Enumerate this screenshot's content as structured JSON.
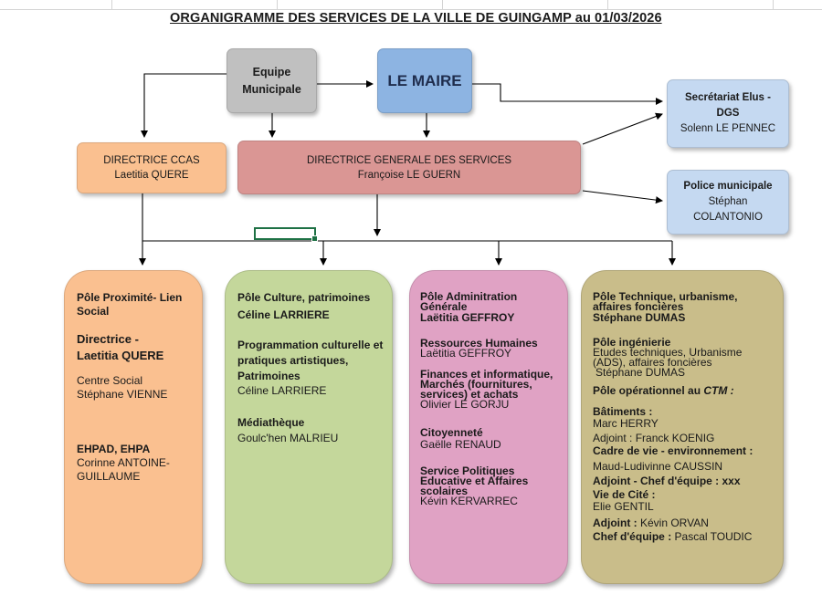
{
  "title": "ORGANIGRAMME DES SERVICES DE LA VILLE DE GUINGAMP  au  01/03/2026",
  "top": {
    "equipe": [
      "Equipe",
      "Municipale"
    ],
    "maire": "LE MAIRE"
  },
  "ccas": {
    "title": "DIRECTRICE CCAS",
    "name": "Laetitia QUERE"
  },
  "dgs": {
    "title": "DIRECTRICE GENERALE  DES SERVICES",
    "name": "Françoise LE GUERN"
  },
  "secretariat": {
    "title1": "Secrétariat Elus -",
    "title2": "DGS",
    "name": "Solenn LE PENNEC"
  },
  "police": {
    "title": "Police municipale",
    "name1": "Stéphan",
    "name2": "COLANTONIO"
  },
  "pole1": {
    "title1": "Pôle Proximité- Lien",
    "title2": "Social",
    "dir1": "Directrice -",
    "dir2": "Laetitia QUERE",
    "cs_title": "Centre Social",
    "cs_name": "Stéphane VIENNE",
    "ehpad_title": "EHPAD, EHPA",
    "ehpad_name1": "Corinne ANTOINE-",
    "ehpad_name2": "GUILLAUME"
  },
  "pole2": {
    "title": "Pôle Culture, patrimoines",
    "head": "Céline LARRIERE",
    "prog1": "Programmation culturelle et",
    "prog2": "pratiques artistiques,",
    "prog3": "Patrimoines",
    "prog_name": "Céline LARRIERE",
    "med_title": "Médiathèque",
    "med_name": "Goulc'hen MALRIEU"
  },
  "pole3": {
    "title1": "Pôle Adminitration",
    "title2": "Générale",
    "head": "Laëtitia GEFFROY",
    "rh_title": "Ressources Humaines",
    "rh_name": "Laëtitia GEFFROY",
    "fin1": "Finances et informatique,",
    "fin2": "Marchés (fournitures,",
    "fin3": "services) et achats",
    "fin_name": "Olivier LE GORJU",
    "cit_title": "Citoyenneté",
    "cit_name": "Gaëlle RENAUD",
    "sp1": "Service Politiques",
    "sp2": "Educative et Affaires",
    "sp3": "scolaires",
    "sp_name": "Kévin KERVARREC"
  },
  "pole4": {
    "title1": "Pôle Technique, urbanisme,",
    "title2": "affaires foncières",
    "head": "Stéphane DUMAS",
    "ing_title": "Pôle ingénierie",
    "ing1": "Etudes techniques, Urbanisme",
    "ing2": "(ADS), affaires foncières",
    "ing_name": "Stéphane DUMAS",
    "op_title": "Pôle opérationnel au ",
    "op_ctm": "CTM :",
    "bat_title": "Bâtiments :",
    "bat_name": "Marc HERRY",
    "bat_adj": "Adjoint : Franck KOENIG",
    "cadre_title": "Cadre de vie - environnement :",
    "cadre_name": "Maud-Ludivinne CAUSSIN",
    "cadre_adj": "Adjoint - Chef d'équipe : xxx",
    "vie_title": "Vie de Cité :",
    "vie_name": "Elie GENTIL",
    "vie_adj_label": "Adjoint :",
    "vie_adj_name": " Kévin ORVAN",
    "vie_chef_label": "Chef d'équipe :",
    "vie_chef_name": " Pascal TOUDIC"
  },
  "colors": {
    "equipe": "#c0c0c0",
    "maire": "#8db4e2",
    "ccas": "#fac090",
    "dgs": "#da9694",
    "side": "#c5d9f1",
    "pole1": "#fac090",
    "pole2": "#c4d79b",
    "pole3": "#e0a2c4",
    "pole4": "#c9bd8a"
  }
}
